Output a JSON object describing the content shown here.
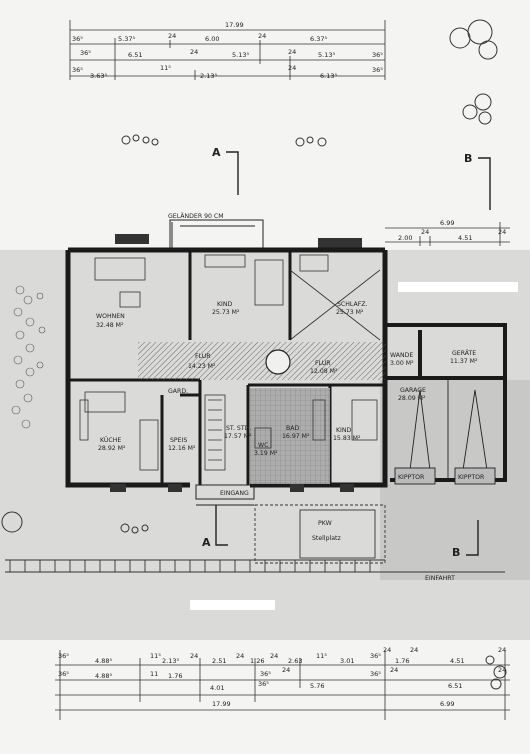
{
  "dimensions": {
    "top_row1": [
      "17.99"
    ],
    "top_row2": [
      "36⁵",
      "5.37⁵",
      "24",
      "6.00",
      "24",
      "6.37⁵"
    ],
    "top_row3": [
      "36⁵",
      "6.51",
      "24",
      "5.13⁵",
      "24",
      "5.13⁵",
      "36⁵"
    ],
    "top_row4": [
      "36⁵",
      "3.63⁵",
      "11⁵",
      "2.13⁵",
      "24",
      "6.13⁵",
      "36⁵"
    ],
    "right_upper": [
      "6.99",
      "2.00",
      "24",
      "4.51",
      "24"
    ],
    "bottom_row1": [
      "36⁵",
      "4.88⁵",
      "11⁵",
      "2.13⁵",
      "24",
      "2.51",
      "24",
      "1.26",
      "24",
      "2.63",
      "11⁵",
      "3.01",
      "36⁵",
      "24",
      "1.76",
      "24",
      "4.51",
      "24"
    ],
    "bottom_row2": [
      "36⁵",
      "4.88⁵",
      "11",
      "1.76",
      "36⁵",
      "24",
      "5.76",
      "36⁵",
      "24",
      "6.51",
      "24"
    ],
    "bottom_row3": [
      "4.01",
      "36⁵"
    ],
    "bottom_total": [
      "17.99",
      "6.99"
    ]
  },
  "section_markers": {
    "a_top": "A",
    "b_top": "B",
    "a_bottom": "A",
    "b_bottom": "B"
  },
  "annotations": {
    "gelaender": "GELÄNDER 90 CM",
    "einfahrt": "EINFAHRT",
    "eingang": "EINGANG",
    "pkw": "PKW",
    "stellplatz": "Stellplatz",
    "garo": "GARD.",
    "kipptor_left": "KIPPTOR",
    "kipptor_right": "KIPPTOR"
  },
  "rooms": {
    "wohnen": {
      "name": "WOHNEN",
      "area": "32.48 M²"
    },
    "kind1": {
      "name": "KIND",
      "area": "25.73 M²"
    },
    "schlaf": {
      "name": "SCHLAFZ.",
      "area": "25.73 M²"
    },
    "flur": {
      "name": "FLUR",
      "area": "14.23 M²"
    },
    "flur2": {
      "name": "FLUR",
      "area": "12.08 M²"
    },
    "kueche": {
      "name": "KÜCHE",
      "area": "28.92 M²"
    },
    "speis": {
      "name": "SPEIS",
      "area": "12.16 M²"
    },
    "std": {
      "name": "ST. STD.",
      "area": "17.57 M²"
    },
    "wc": {
      "name": "WC",
      "area": "3.19 M²"
    },
    "bad": {
      "name": "BAD",
      "area": "16.97 M²"
    },
    "kind2": {
      "name": "KIND",
      "area": "15.83 M²"
    },
    "wandschrank": {
      "name": "WANDE",
      "area": "3.00 M²"
    },
    "geraete": {
      "name": "GERÄTE",
      "area": "11.37 M²"
    },
    "garage": {
      "name": "GARAGE",
      "area": "28.09 M²"
    }
  }
}
